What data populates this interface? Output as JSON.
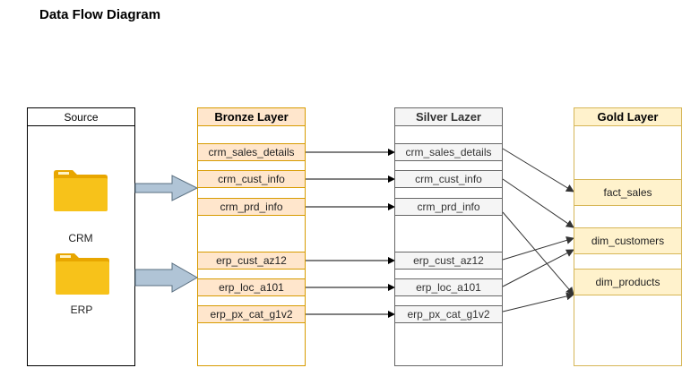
{
  "title": "Data Flow Diagram",
  "columns": {
    "source": "Source",
    "bronze": "Bronze Layer",
    "silver": "Silver Lazer",
    "gold": "Gold Layer"
  },
  "sources": {
    "crm": "CRM",
    "erp": "ERP"
  },
  "bronze_tables": [
    "crm_sales_details",
    "crm_cust_info",
    "crm_prd_info",
    "erp_cust_az12",
    "erp_loc_a101",
    "erp_px_cat_g1v2"
  ],
  "silver_tables": [
    "crm_sales_details",
    "crm_cust_info",
    "crm_prd_info",
    "erp_cust_az12",
    "erp_loc_a101",
    "erp_px_cat_g1v2"
  ],
  "gold_tables": [
    "fact_sales",
    "dim_customers",
    "dim_products"
  ],
  "colors": {
    "bronze_fill": "#ffe6cc",
    "bronze_stroke": "#d79b00",
    "silver_fill": "#f5f5f5",
    "silver_stroke": "#666666",
    "gold_fill": "#fff2cc",
    "gold_stroke": "#d6b656",
    "folder": "#f5b800",
    "big_arrow": "#b0c4d6"
  }
}
